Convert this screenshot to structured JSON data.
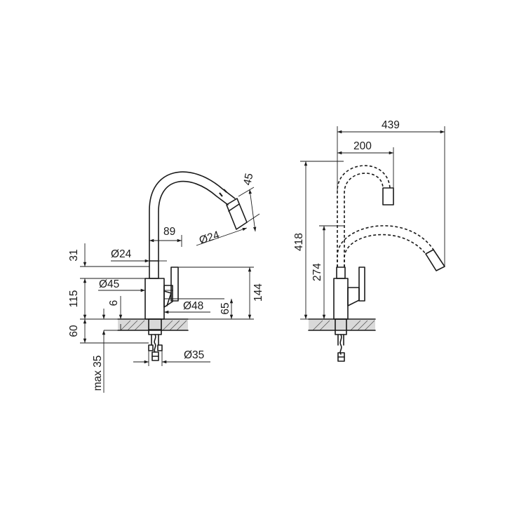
{
  "side_view": {
    "dimensions": {
      "d31": "31",
      "d115": "115",
      "d60": "60",
      "dmax35": "max 35",
      "d6": "6",
      "d24_left": "Ø24",
      "d45": "Ø45",
      "d89": "89",
      "d24_spout": "Ø24",
      "d45_spout": "45",
      "d48": "Ø48",
      "d65": "65",
      "d144": "144",
      "d35": "Ø35"
    }
  },
  "front_view": {
    "dimensions": {
      "d439": "439",
      "d200": "200",
      "d418": "418",
      "d274": "274"
    }
  }
}
